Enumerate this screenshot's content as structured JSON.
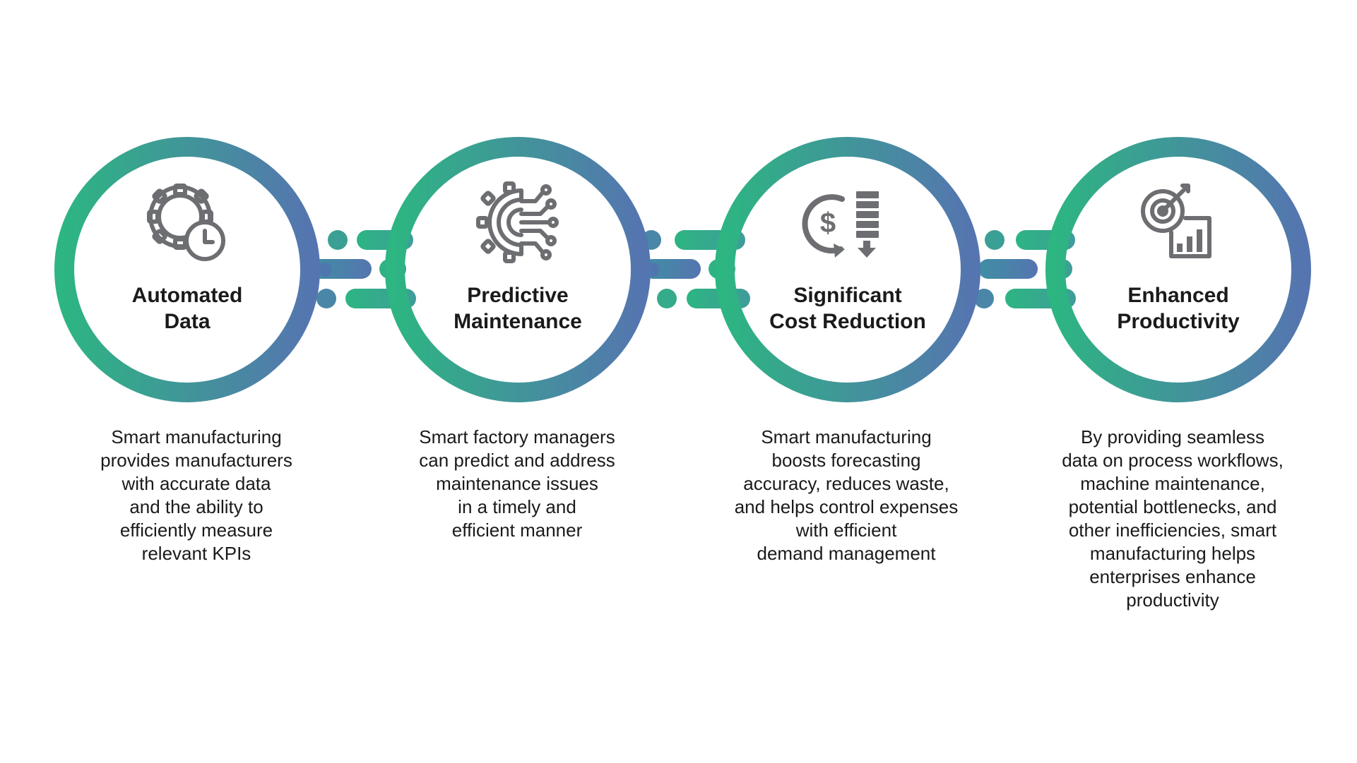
{
  "colors": {
    "gradient_start": "#2db582",
    "gradient_end": "#5575b0",
    "icon": "#6d6e71",
    "text": "#1a1a1a"
  },
  "steps": [
    {
      "title": "Automated\nData",
      "description": "Smart manufacturing\nprovides manufacturers\nwith accurate data\nand the ability to\nefficiently measure\nrelevant KPIs",
      "icon": "gear-clock-icon"
    },
    {
      "title": "Predictive\nMaintenance",
      "description": "Smart factory managers\ncan predict and address\nmaintenance issues\nin a timely and\nefficient manner",
      "icon": "gear-circuit-icon"
    },
    {
      "title": "Significant\nCost Reduction",
      "description": "Smart manufacturing\nboosts forecasting\naccuracy, reduces waste,\nand helps control expenses\nwith efficient\ndemand management",
      "icon": "dollar-cycle-down-icon"
    },
    {
      "title": "Enhanced\nProductivity",
      "description": "By providing seamless\ndata on process workflows,\nmachine maintenance,\npotential bottlenecks, and\nother inefficiencies, smart\nmanufacturing helps\nenterprises enhance\nproductivity",
      "icon": "target-chart-icon"
    }
  ]
}
